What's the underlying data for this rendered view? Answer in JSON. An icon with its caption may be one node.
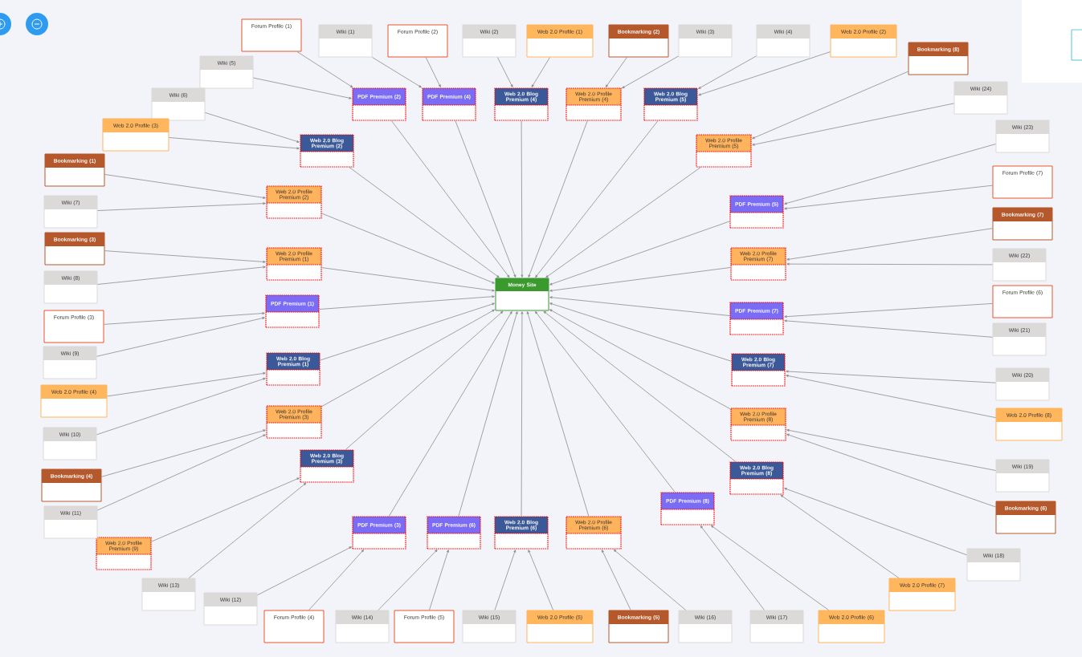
{
  "diagram": {
    "nodes": [
      {
        "text": [
          "Money Site"
        ]
      },
      {
        "text": [
          "PDF Premium (2)"
        ]
      },
      {
        "text": [
          "PDF Premium (4)"
        ]
      },
      {
        "text": [
          "Web 2.0 Blog Premium (4)"
        ]
      },
      {
        "text": [
          "Web 2.0 Profile Premium (4)"
        ]
      },
      {
        "text": [
          "Web 2.0 Blog Premium (5)"
        ]
      },
      {
        "text": [
          "Web 2.0 Blog Premium (2)"
        ]
      },
      {
        "text": [
          "Web 2.0 Profile Premium (5)"
        ]
      },
      {
        "text": [
          "Web 2.0 Profile Premium (2)"
        ]
      },
      {
        "text": [
          "PDF Premium (5)"
        ]
      },
      {
        "text": [
          "Web 2.0 Profile Premium (1)"
        ]
      },
      {
        "text": [
          "Web 2.0 Profile Premium (7)"
        ]
      },
      {
        "text": [
          "PDF Premium (1)"
        ]
      },
      {
        "text": [
          "PDF Premium (7)"
        ]
      },
      {
        "text": [
          "Web 2.0 Blog Premium (1)"
        ]
      },
      {
        "text": [
          "Web 2.0 Blog Premium (7)"
        ]
      },
      {
        "text": [
          "Web 2.0 Profile Premium (3)"
        ]
      },
      {
        "text": [
          "Web 2.0 Profile Premium (8)"
        ]
      },
      {
        "text": [
          "Web 2.0 Blog Premium (3)"
        ]
      },
      {
        "text": [
          "Web 2.0 Blog Premium (8)"
        ]
      },
      {
        "text": [
          "PDF Premium (8)"
        ]
      },
      {
        "text": [
          "PDF Premium (3)"
        ]
      },
      {
        "text": [
          "PDF Premium (6)"
        ]
      },
      {
        "text": [
          "Web 2.0 Blog Premium (6)"
        ]
      },
      {
        "text": [
          "Web 2.0 Profile Premium (6)"
        ]
      },
      {
        "text": [
          "Web 2.0 Profile Premium (9)"
        ]
      },
      {
        "text": [
          "Forum Profile (1)"
        ]
      },
      {
        "text": [
          "Wiki (1)"
        ]
      },
      {
        "text": [
          "Forum Profile (2)"
        ]
      },
      {
        "text": [
          "Wiki (2)"
        ]
      },
      {
        "text": [
          "Web 2.0 Profile (1)"
        ]
      },
      {
        "text": [
          "Bookmarking (2)"
        ]
      },
      {
        "text": [
          "Wiki (3)"
        ]
      },
      {
        "text": [
          "Wiki (4)"
        ]
      },
      {
        "text": [
          "Web 2.0 Profile (2)"
        ]
      },
      {
        "text": [
          "Bookmarking (8)"
        ]
      },
      {
        "text": [
          "Wiki (5)"
        ]
      },
      {
        "text": [
          "Wiki (24)"
        ]
      },
      {
        "text": [
          "Wiki (6)"
        ]
      },
      {
        "text": [
          "Web 2.0 Profile (3)"
        ]
      },
      {
        "text": [
          "Wiki (23)"
        ]
      },
      {
        "text": [
          "Bookmarking (1)"
        ]
      },
      {
        "text": [
          "Forum Profile (7)"
        ]
      },
      {
        "text": [
          "Wiki (7)"
        ]
      },
      {
        "text": [
          "Bookmarking (7)"
        ]
      },
      {
        "text": [
          "Bookmarking (3)"
        ]
      },
      {
        "text": [
          "Wiki (22)"
        ]
      },
      {
        "text": [
          "Wiki (8)"
        ]
      },
      {
        "text": [
          "Forum Profile (6)"
        ]
      },
      {
        "text": [
          "Forum Profile (3)"
        ]
      },
      {
        "text": [
          "Wiki (21)"
        ]
      },
      {
        "text": [
          "Wiki (9)"
        ]
      },
      {
        "text": [
          "Wiki (20)"
        ]
      },
      {
        "text": [
          "Web 2.0 Profile (4)"
        ]
      },
      {
        "text": [
          "Web 2.0 Profile (8)"
        ]
      },
      {
        "text": [
          "Wiki (10)"
        ]
      },
      {
        "text": [
          "Wiki (19)"
        ]
      },
      {
        "text": [
          "Bookmarking (4)"
        ]
      },
      {
        "text": [
          "Bookmarking (6)"
        ]
      },
      {
        "text": [
          "Wiki (11)"
        ]
      },
      {
        "text": [
          "Wiki (18)"
        ]
      },
      {
        "text": [
          "Web 2.0 Profile (7)"
        ]
      },
      {
        "text": [
          "Wiki (13)"
        ]
      },
      {
        "text": [
          "Wiki (12)"
        ]
      },
      {
        "text": [
          "Forum Profile (4)"
        ]
      },
      {
        "text": [
          "Wiki (14)"
        ]
      },
      {
        "text": [
          "Forum Profile (5)"
        ]
      },
      {
        "text": [
          "Wiki (15)"
        ]
      },
      {
        "text": [
          "Web 2.0 Profile (5)"
        ]
      },
      {
        "text": [
          "Bookmarking (5)"
        ]
      },
      {
        "text": [
          "Wiki (16)"
        ]
      },
      {
        "text": [
          "Wiki (17)"
        ]
      },
      {
        "text": [
          "Web 2.0 Profile (6)"
        ]
      }
    ],
    "edges": [
      {
        "from": 1,
        "to": 0,
        "arrow": "to"
      },
      {
        "from": 2,
        "to": 0,
        "arrow": "to"
      },
      {
        "from": 3,
        "to": 0,
        "arrow": "to"
      },
      {
        "from": 4,
        "to": 0,
        "arrow": "to"
      },
      {
        "from": 5,
        "to": 0,
        "arrow": "to"
      },
      {
        "from": 6,
        "to": 0,
        "arrow": "to"
      },
      {
        "from": 7,
        "to": 0,
        "arrow": "to"
      },
      {
        "from": 8,
        "to": 0,
        "arrow": "to"
      },
      {
        "from": 9,
        "to": 0,
        "arrow": "to"
      },
      {
        "from": 10,
        "to": 0,
        "arrow": "to"
      },
      {
        "from": 11,
        "to": 0,
        "arrow": "to"
      },
      {
        "from": 12,
        "to": 0,
        "arrow": "to"
      },
      {
        "from": 13,
        "to": 0,
        "arrow": "to"
      },
      {
        "from": 14,
        "to": 0,
        "arrow": "to"
      },
      {
        "from": 15,
        "to": 0,
        "arrow": "to"
      },
      {
        "from": 16,
        "to": 0,
        "arrow": "to"
      },
      {
        "from": 17,
        "to": 0,
        "arrow": "to"
      },
      {
        "from": 18,
        "to": 0,
        "arrow": "to"
      },
      {
        "from": 19,
        "to": 0,
        "arrow": "to"
      },
      {
        "from": 20,
        "to": 0,
        "arrow": "to"
      },
      {
        "from": 21,
        "to": 0,
        "arrow": "to"
      },
      {
        "from": 22,
        "to": 0,
        "arrow": "to"
      },
      {
        "from": 23,
        "to": 0,
        "arrow": "to"
      },
      {
        "from": 24,
        "to": 0,
        "arrow": "to"
      },
      {
        "from": 25,
        "to": 18,
        "arrow": "to"
      },
      {
        "from": 26,
        "to": 1,
        "arrow": "to"
      },
      {
        "from": 27,
        "to": 2,
        "arrow": "to"
      },
      {
        "from": 28,
        "to": 2,
        "arrow": "to"
      },
      {
        "from": 29,
        "to": 3,
        "arrow": "to"
      },
      {
        "from": 30,
        "to": 3,
        "arrow": "to"
      },
      {
        "from": 31,
        "to": 4,
        "arrow": "to"
      },
      {
        "from": 32,
        "to": 4,
        "arrow": "to"
      },
      {
        "from": 33,
        "to": 5,
        "arrow": "to"
      },
      {
        "from": 34,
        "to": 5,
        "arrow": "to"
      },
      {
        "from": 35,
        "to": 7,
        "arrow": "to"
      },
      {
        "from": 36,
        "to": 1,
        "arrow": "to"
      },
      {
        "from": 37,
        "to": 7,
        "arrow": "to"
      },
      {
        "from": 38,
        "to": 6,
        "arrow": "to"
      },
      {
        "from": 39,
        "to": 6,
        "arrow": "to"
      },
      {
        "from": 40,
        "to": 9,
        "arrow": "to"
      },
      {
        "from": 41,
        "to": 8,
        "arrow": "to"
      },
      {
        "from": 42,
        "to": 9,
        "arrow": "to"
      },
      {
        "from": 43,
        "to": 8,
        "arrow": "to"
      },
      {
        "from": 44,
        "to": 11,
        "arrow": "to"
      },
      {
        "from": 45,
        "to": 10,
        "arrow": "to"
      },
      {
        "from": 46,
        "to": 11,
        "arrow": "to"
      },
      {
        "from": 47,
        "to": 10,
        "arrow": "to"
      },
      {
        "from": 48,
        "to": 13,
        "arrow": "to"
      },
      {
        "from": 49,
        "to": 12,
        "arrow": "to"
      },
      {
        "from": 50,
        "to": 13,
        "arrow": "to"
      },
      {
        "from": 51,
        "to": 12,
        "arrow": "to"
      },
      {
        "from": 52,
        "to": 15,
        "arrow": "to"
      },
      {
        "from": 53,
        "to": 14,
        "arrow": "to"
      },
      {
        "from": 54,
        "to": 15,
        "arrow": "to"
      },
      {
        "from": 55,
        "to": 14,
        "arrow": "to"
      },
      {
        "from": 56,
        "to": 17,
        "arrow": "to"
      },
      {
        "from": 57,
        "to": 16,
        "arrow": "to"
      },
      {
        "from": 58,
        "to": 17,
        "arrow": "to"
      },
      {
        "from": 59,
        "to": 16,
        "arrow": "to"
      },
      {
        "from": 60,
        "to": 19,
        "arrow": "to"
      },
      {
        "from": 61,
        "to": 19,
        "arrow": "to"
      },
      {
        "from": 62,
        "to": 18,
        "arrow": "to"
      },
      {
        "from": 63,
        "to": 21,
        "arrow": "to"
      },
      {
        "from": 64,
        "to": 21,
        "arrow": "to"
      },
      {
        "from": 65,
        "to": 22,
        "arrow": "to"
      },
      {
        "from": 66,
        "to": 22,
        "arrow": "to"
      },
      {
        "from": 67,
        "to": 23,
        "arrow": "to"
      },
      {
        "from": 68,
        "to": 23,
        "arrow": "to"
      },
      {
        "from": 69,
        "to": 24,
        "arrow": "to"
      },
      {
        "from": 70,
        "to": 24,
        "arrow": "to"
      },
      {
        "from": 71,
        "to": 20,
        "arrow": "to"
      },
      {
        "from": 72,
        "to": 20,
        "arrow": "to"
      }
    ]
  }
}
